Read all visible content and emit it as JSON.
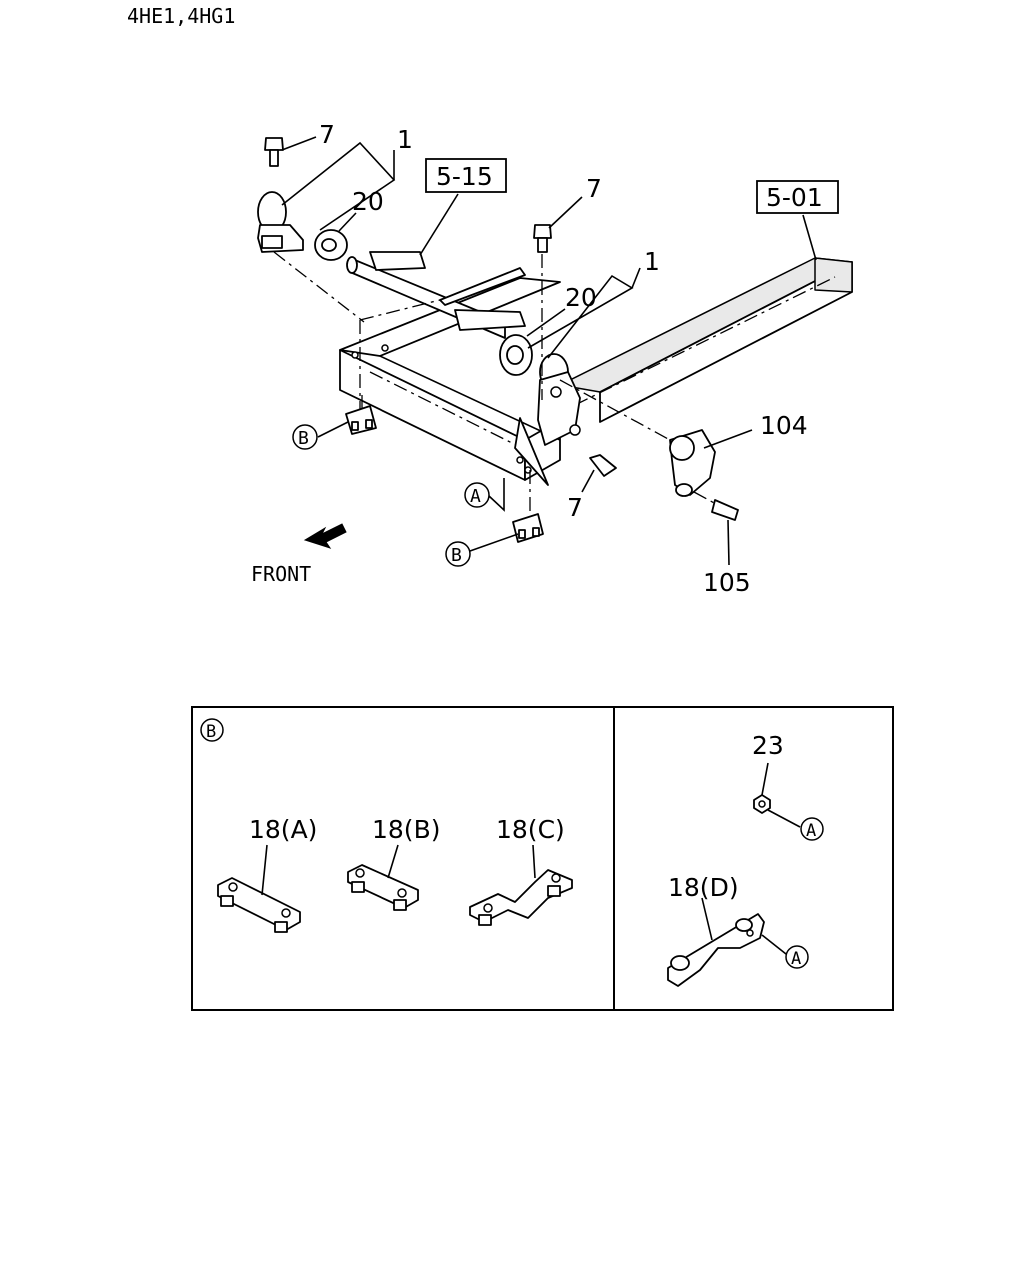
{
  "header": {
    "engine_models": "4HE1,4HG1"
  },
  "main_diagram": {
    "ref_boxes": [
      "5-15",
      "5-01"
    ],
    "callouts": {
      "bolt_upper_left": "7",
      "bracket_left": "1",
      "bushing_left": "20",
      "bolt_upper_mid": "7",
      "bracket_right": "1",
      "bushing_right": "20",
      "bracket_104": "104",
      "bolt_lower": "7",
      "bolt_105": "105"
    },
    "circle_markers": {
      "b_left": "B",
      "b_lower": "B",
      "a_lower": "A"
    },
    "direction_label": "FRONT"
  },
  "detail_b": {
    "marker": "B",
    "parts": [
      "18(A)",
      "18(B)",
      "18(C)"
    ]
  },
  "detail_a": {
    "nut_label": "23",
    "plate_label": "18(D)",
    "markers": [
      "A",
      "A"
    ]
  }
}
